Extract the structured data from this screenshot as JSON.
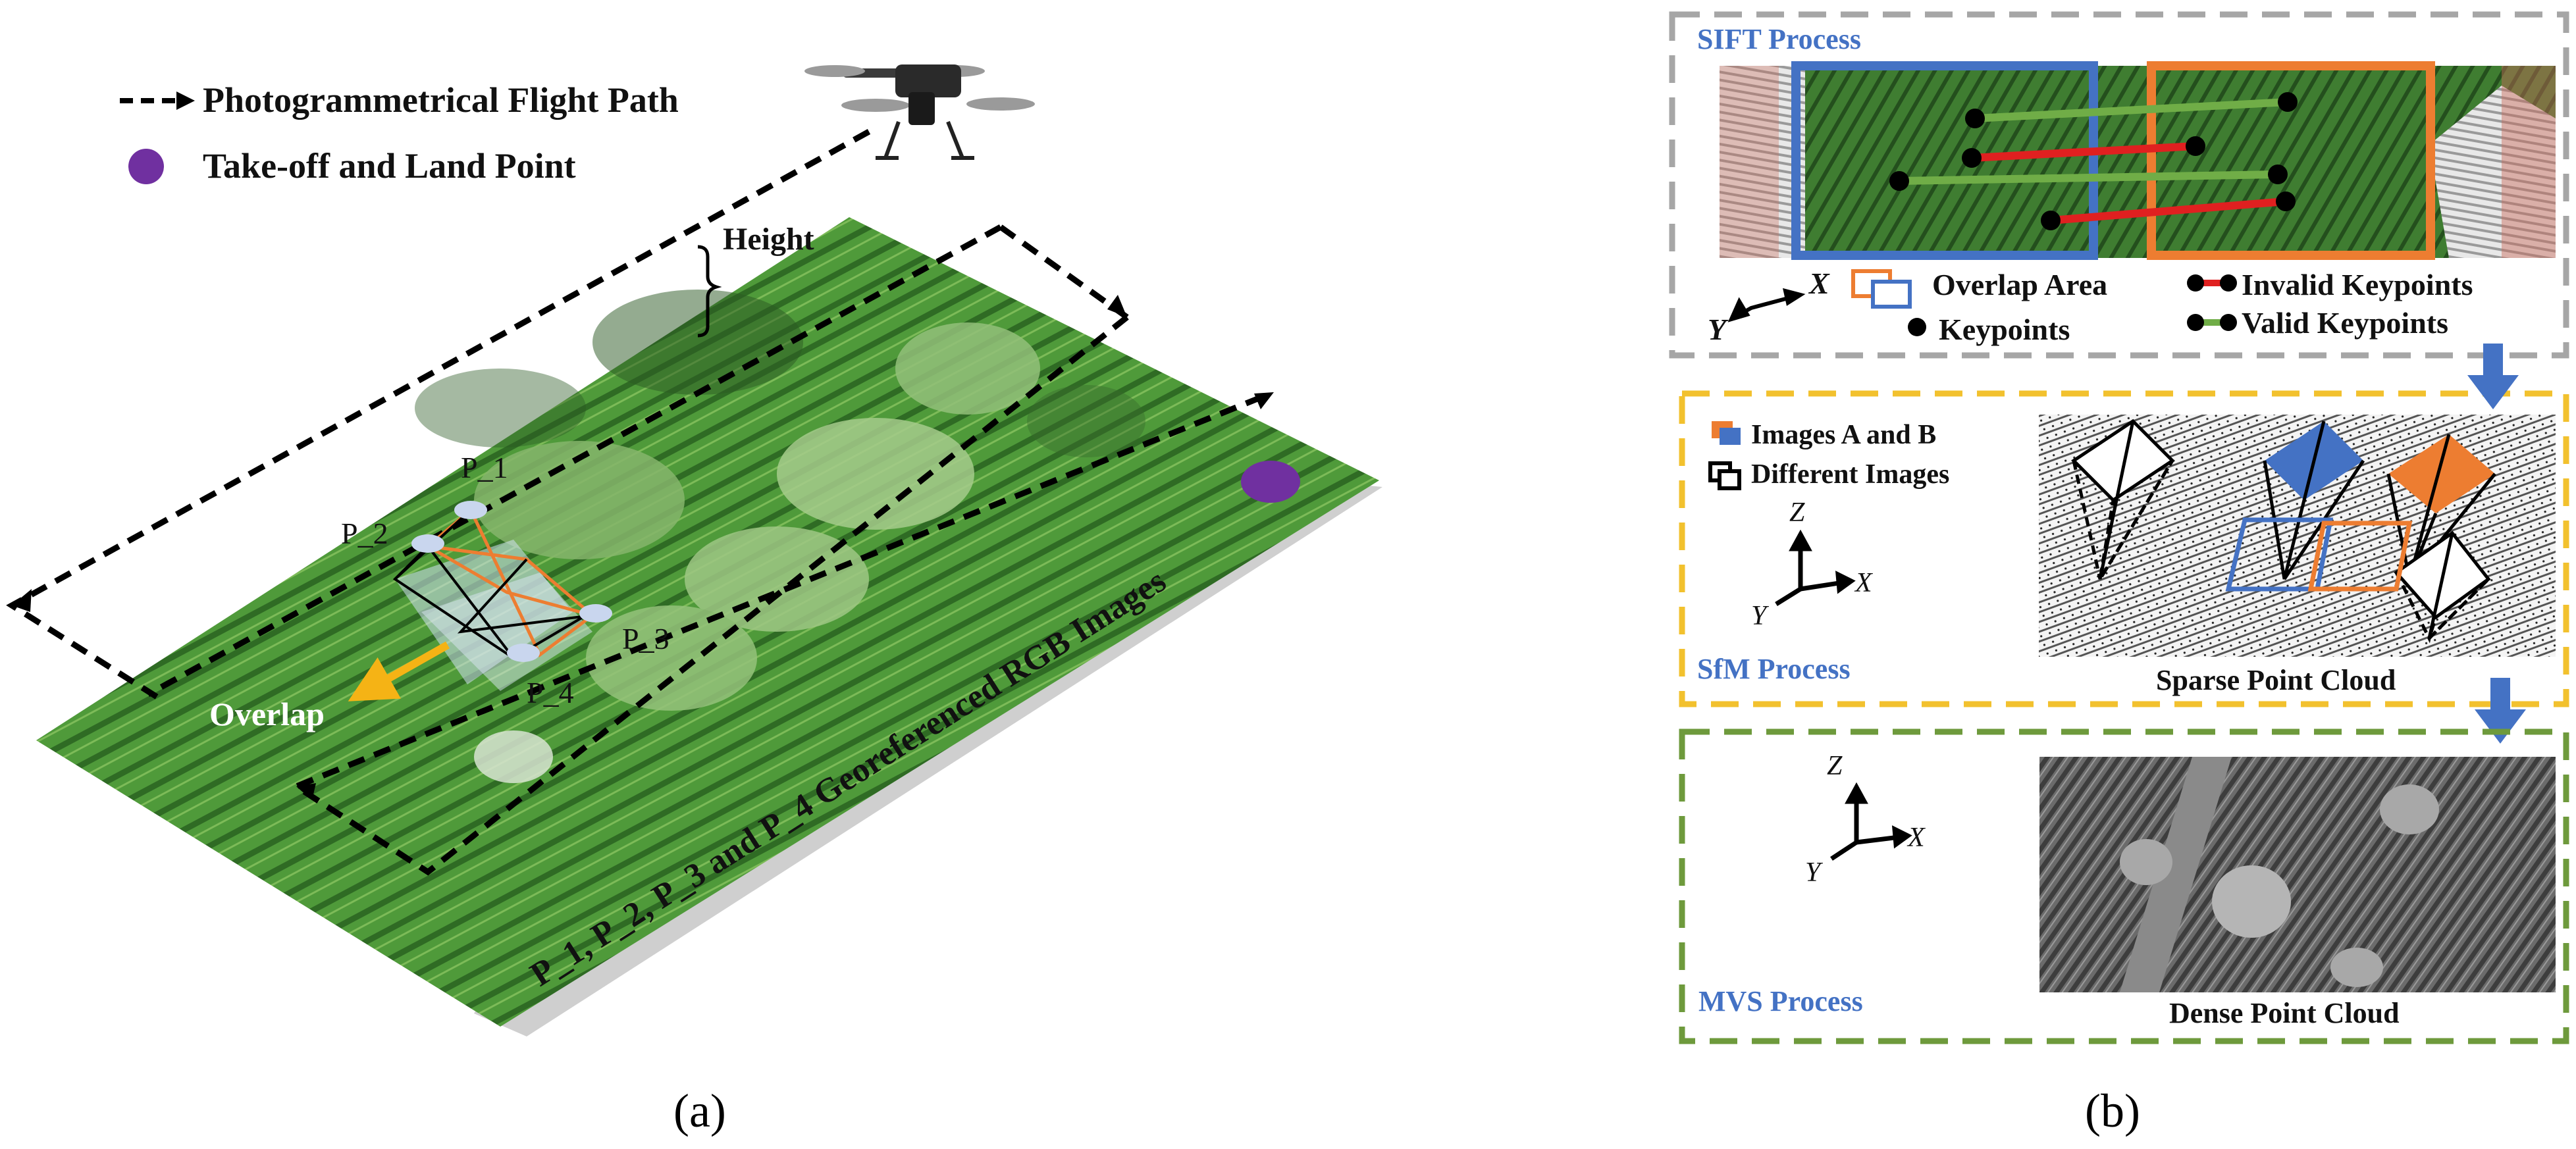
{
  "panel_a": {
    "legend_flight_path": "Photogrammetrical Flight Path",
    "legend_takeoff": "Take-off and Land Point",
    "height_label": "Height",
    "p1": "P_1",
    "p2": "P_2",
    "p3": "P_3",
    "p4": "P_4",
    "overlap_label": "Overlap",
    "field_caption": "P_1, P_2, P_3 and P_4 Georeferenced RGB Images",
    "caption": "(a)"
  },
  "panel_b": {
    "sift_title": "SIFT Process",
    "axis_x": "X",
    "axis_y": "Y",
    "axis_z": "Z",
    "overlap_area": "Overlap Area",
    "keypoints": "Keypoints",
    "invalid_keypoints": "Invalid Keypoints",
    "valid_keypoints": "Valid Keypoints",
    "images_ab": "Images A and B",
    "different_images": "Different Images",
    "sfm_title": "SfM Process",
    "sparse_cloud": "Sparse Point Cloud",
    "mvs_title": "MVS Process",
    "dense_cloud": "Dense Point Cloud",
    "caption": "(b)"
  },
  "colors": {
    "sift_border": "#a6a6a6",
    "sfm_border": "#f2c12e",
    "mvs_border": "#6e9a3c",
    "image_a": "#4472c4",
    "image_b": "#ed7d31",
    "invalid": "#e02020",
    "valid": "#70ad47",
    "takeoff": "#7030a0",
    "overlap_arrow": "#f5b315",
    "title_blue": "#4472c4"
  }
}
